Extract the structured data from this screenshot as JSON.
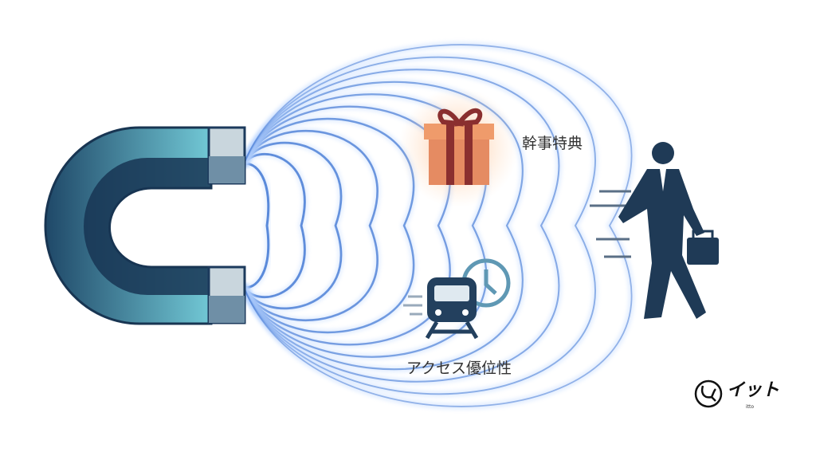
{
  "labels": {
    "gift": "幹事特典",
    "access": "アクセス優位性"
  },
  "logo": {
    "text": "イット",
    "sub": "itto"
  },
  "icons": [
    "magnet-icon",
    "gift-icon",
    "train-icon",
    "clock-icon",
    "businessman-icon"
  ],
  "colors": {
    "magnet_dark": "#1c3a5c",
    "magnet_light": "#6cc6d4",
    "field": "#4a7ed6",
    "gift": "#e98a5e",
    "icon_dark": "#23405e"
  }
}
